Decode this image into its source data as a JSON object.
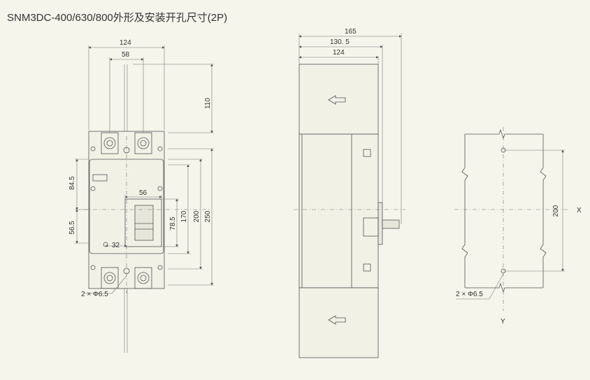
{
  "title": "SNM3DC-400/630/800外形及安装开孔尺寸(2P)",
  "front_view": {
    "dim_width_total": "124",
    "dim_pole_spacing": "58",
    "dim_top_lead": "110",
    "dim_upper_height": "84.5",
    "dim_lower_height": "56.5",
    "dim_handle_width": "56",
    "dim_handle_offset": "78.5",
    "dim_170": "170",
    "dim_200": "200",
    "dim_250": "250",
    "dim_32": "32",
    "hole_label": "2 × Φ6.5"
  },
  "side_view": {
    "dim_165": "165",
    "dim_130_5": "130. 5",
    "dim_124": "124"
  },
  "cutout_view": {
    "dim_200": "200",
    "hole_label": "2 × Φ6.5",
    "axis_x": "X",
    "axis_y": "Y"
  }
}
